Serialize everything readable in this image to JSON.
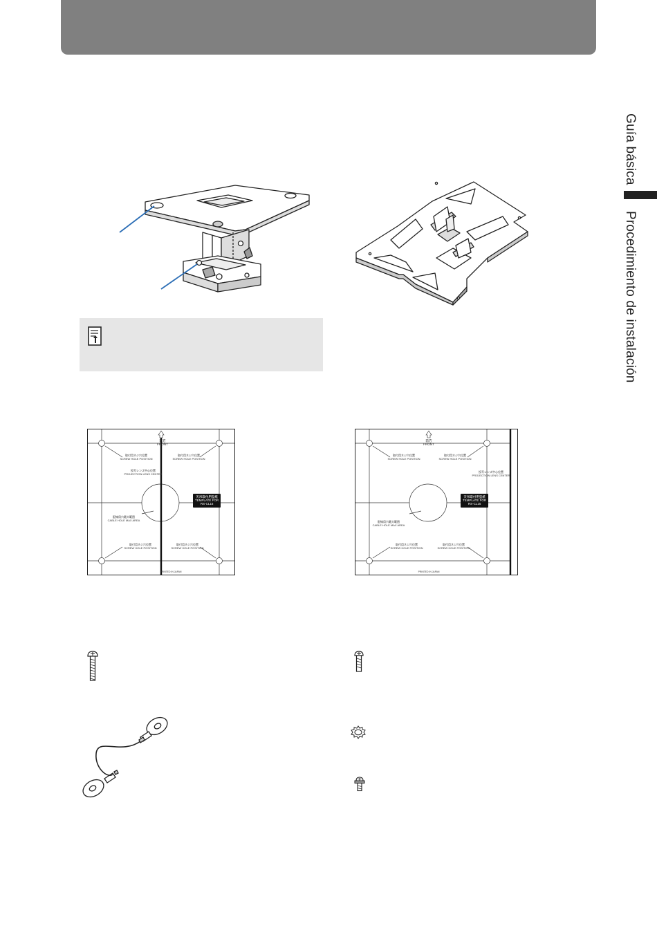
{
  "side_tab": {
    "section_1": "Guía básica",
    "section_2": "Procedimiento de instalación"
  },
  "templates": [
    {
      "front_jp": "前方",
      "front_en": "FRONT",
      "screw_ul_jp": "取付用ネジ穴位置",
      "screw_ul_en": "SCREW HOLE POSITION",
      "screw_ur_jp": "取付用ネジ穴位置",
      "screw_ur_en": "SCREW HOLE POSITION",
      "lens_jp": "投写レンズ中心位置",
      "lens_en": "PROJECTION LENS CENTER",
      "cable_jp": "配線用穴最大範囲",
      "cable_en": "CABLE HOLE MAX AREA",
      "screw_ll_jp": "取付用ネジ穴位置",
      "screw_ll_en": "SCREW HOLE POSITION",
      "screw_lr_jp": "取付用ネジ穴位置",
      "screw_lr_en": "SCREW HOLE POSITION",
      "badge_jp": "天吊取付用型紙",
      "badge_en": "TEMPLATE FOR",
      "badge_model": "RS-CL15",
      "printed": "PRINTED IN JAPAN"
    },
    {
      "front_jp": "前方",
      "front_en": "FRONT",
      "screw_ul_jp": "取付用ネジ穴位置",
      "screw_ul_en": "SCREW HOLE POSITION",
      "screw_ur_jp": "取付用ネジ穴位置",
      "screw_ur_en": "SCREW HOLE POSITION",
      "lens_jp": "投写レンズ中心位置",
      "lens_en": "PROJECTION LENS CENTER",
      "cable_jp": "配線用穴最大範囲",
      "cable_en": "CABLE HOLE MAX AREA",
      "screw_ll_jp": "取付用ネジ穴位置",
      "screw_ll_en": "SCREW HOLE POSITION",
      "screw_lr_jp": "取付用ネジ穴位置",
      "screw_lr_en": "SCREW HOLE POSITION",
      "badge_jp": "天吊取付用型紙",
      "badge_en": "TEMPLATE FOR",
      "badge_model": "RS-CL15",
      "printed": "PRINTED IN JAPAN"
    }
  ]
}
